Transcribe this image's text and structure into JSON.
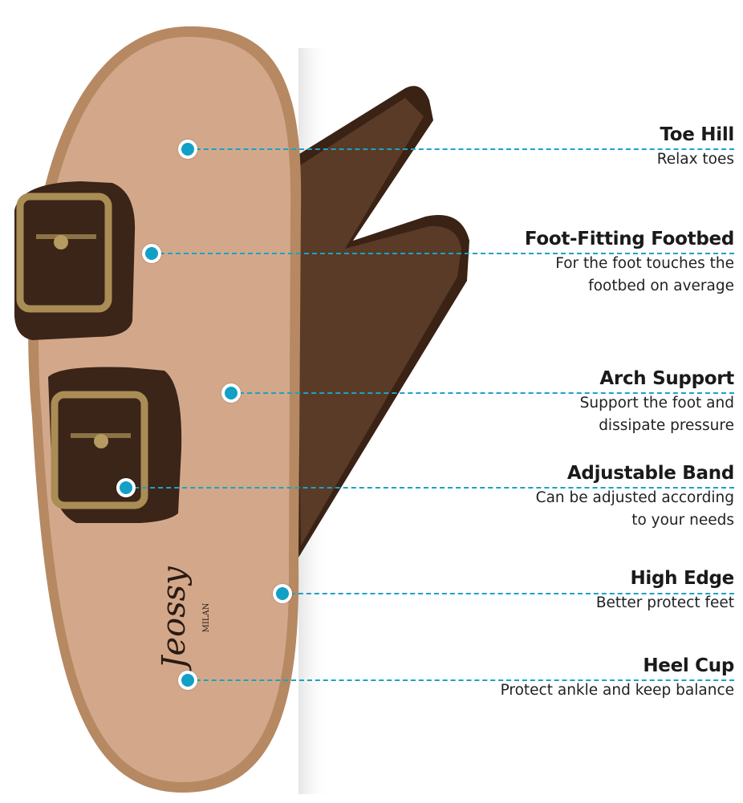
{
  "brand": {
    "logo_text": "Jeossy",
    "logo_sub": "MILAN"
  },
  "colors": {
    "accent": "#1aa3c4",
    "footbed": "#d3a88a",
    "strap": "#3b2418"
  },
  "callouts": [
    {
      "title": "Toe Hill",
      "desc": [
        "Relax toes"
      ]
    },
    {
      "title": "Foot-Fitting Footbed",
      "desc": [
        "For the foot touches the",
        "footbed on average"
      ]
    },
    {
      "title": "Arch Support",
      "desc": [
        "Support the foot and",
        "dissipate pressure"
      ]
    },
    {
      "title": "Adjustable Band",
      "desc": [
        "Can be adjusted according",
        "to your needs"
      ]
    },
    {
      "title": "High Edge",
      "desc": [
        "Better protect feet"
      ]
    },
    {
      "title": "Heel Cup",
      "desc": [
        "Protect ankle and keep balance"
      ]
    }
  ]
}
